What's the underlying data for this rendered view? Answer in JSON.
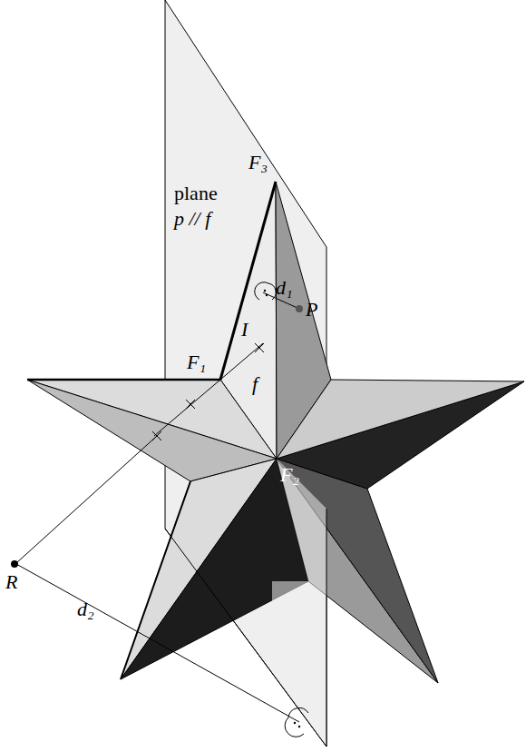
{
  "diagram": {
    "labels": [
      "plane",
      "p // f",
      "F₃",
      "d₁",
      "P",
      "I",
      "F₁",
      "f",
      "F₂",
      "R",
      "d₂"
    ]
  }
}
